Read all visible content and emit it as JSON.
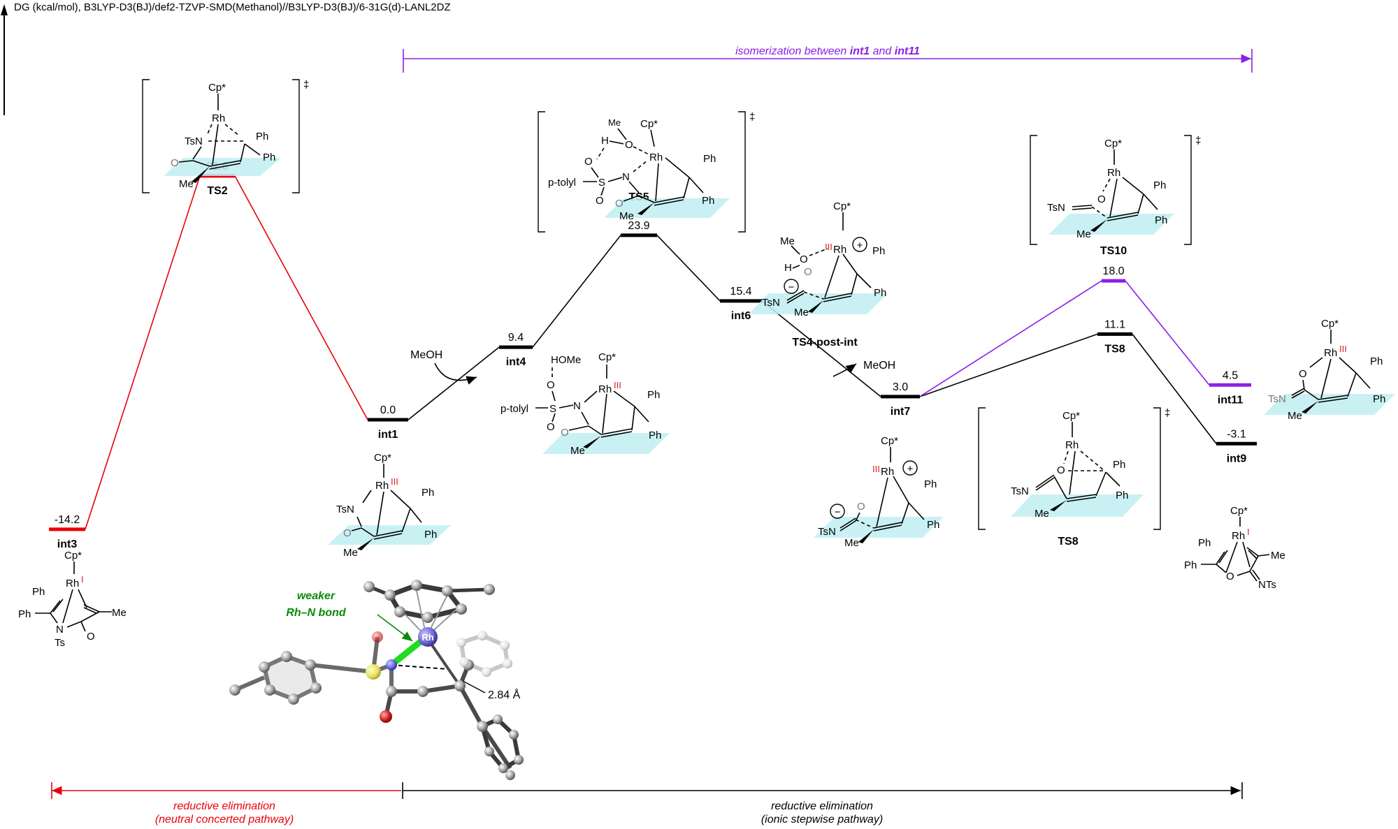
{
  "axis": {
    "label": "DG (kcal/mol), B3LYP-D3(BJ)/def2-TZVP-SMD(Methanol)//B3LYP-D3(BJ)/6-31G(d)-LANL2DZ"
  },
  "colors": {
    "red": "#e8000b",
    "black": "#000000",
    "purple": "#8b1ee8",
    "green": "#0a8a0a",
    "plane": "#bfeff2",
    "marker": "#d81e1e"
  },
  "ranges": {
    "isomerization": {
      "prefix": "isomerization between ",
      "a": "int1",
      "and": " and ",
      "b": "int11"
    },
    "neutral": {
      "line1": "reductive elimination",
      "line2": "(neutral concerted pathway)"
    },
    "ionic": {
      "line1": "reductive elimination",
      "line2": "(ionic stepwise pathway)"
    }
  },
  "chart_data": {
    "type": "energy_profile",
    "unit": "kcal/mol",
    "states": [
      {
        "id": "int3",
        "energy": "-14.2",
        "name": "int3",
        "color": "red"
      },
      {
        "id": "TS2",
        "energy": "31.6",
        "name": "TS2",
        "color": "red"
      },
      {
        "id": "int1",
        "energy": "0.0",
        "name": "int1",
        "color": "black"
      },
      {
        "id": "int4",
        "energy": "9.4",
        "name": "int4",
        "color": "black"
      },
      {
        "id": "TS5",
        "energy": "23.9",
        "name": "TS5",
        "color": "black"
      },
      {
        "id": "int6",
        "energy": "15.4",
        "name": "int6",
        "color": "black"
      },
      {
        "id": "int7",
        "energy": "3.0",
        "name": "int7",
        "color": "black"
      },
      {
        "id": "TS8",
        "energy": "11.1",
        "name": "TS8",
        "color": "black"
      },
      {
        "id": "int9",
        "energy": "-3.1",
        "name": "int9",
        "color": "black"
      },
      {
        "id": "TS10",
        "energy": "18.0",
        "name": "TS10",
        "color": "purple"
      },
      {
        "id": "int11",
        "energy": "4.5",
        "name": "int11",
        "color": "purple"
      }
    ],
    "connections": [
      [
        "int3",
        "TS2",
        "red"
      ],
      [
        "TS2",
        "int1",
        "red"
      ],
      [
        "int1",
        "int4",
        "black"
      ],
      [
        "int4",
        "TS5",
        "black"
      ],
      [
        "TS5",
        "int6",
        "black"
      ],
      [
        "int6",
        "int7",
        "black"
      ],
      [
        "int7",
        "TS8",
        "black"
      ],
      [
        "TS8",
        "int9",
        "black"
      ],
      [
        "int7",
        "TS10",
        "purple"
      ],
      [
        "TS10",
        "int11",
        "purple"
      ]
    ],
    "annotations": {
      "meoh_in": "MeOH",
      "meoh_out": "MeOH",
      "ts4": "TS4-post-int",
      "ts8_structure": "TS8"
    }
  },
  "structure_text": {
    "cp": "Cp*",
    "rh": "Rh",
    "ph": "Ph",
    "me": "Me",
    "ts": "Ts",
    "tsn": "TsN",
    "n": "N",
    "o": "O",
    "h": "H",
    "s": "S",
    "ptolyl": "p-tolyl",
    "hoome": "HOMe",
    "nts": "NTs",
    "dagger": "‡",
    "ox3": "III",
    "ox1": "I",
    "plus": "+",
    "minus": "−"
  },
  "xray": {
    "weak_line1": "weaker",
    "weak_line2": "Rh–N bond",
    "rh": "Rh",
    "distance": "2.84 Å"
  }
}
